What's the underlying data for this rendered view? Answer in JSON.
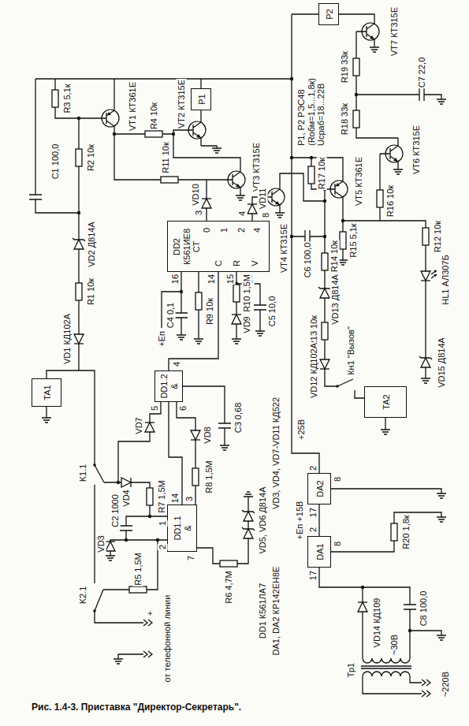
{
  "diagram": {
    "caption": "Рис. 1.4-3. Приставка \"Директор-Секретарь\".",
    "nodes": [
      {
        "text": [
          "P2"
        ]
      },
      {
        "text": [
          "P1"
        ]
      },
      {
        "text": [
          "DD2 К561ИЕ8",
          "CT"
        ]
      },
      {
        "text": [
          "TA1"
        ]
      },
      {
        "text": [
          "DD1.2",
          "&"
        ]
      },
      {
        "text": [
          "TA2"
        ]
      },
      {
        "text": [
          "DA2"
        ]
      },
      {
        "text": [
          "DD1.1",
          "&"
        ]
      },
      {
        "text": [
          "DA1"
        ]
      }
    ],
    "edges": [
      {
        "from": 7,
        "to": 4,
        "arrow": "none"
      },
      {
        "from": 4,
        "to": 2,
        "arrow": "none"
      },
      {
        "from": 8,
        "to": 6,
        "arrow": "none"
      }
    ],
    "labels": [
      "VT1 КТ361Е",
      "R4 10к",
      "VT2 КТ315Е",
      "R11 10к",
      "VT3 КТ315Е",
      "VT4 КТ315Е",
      "R3 5,1к",
      "C1 100,0",
      "R2 10к",
      "VD2 Д814А",
      "R1 10к",
      "VD1 КД102А",
      "VD10",
      "VD11",
      "3",
      "4",
      "8",
      "0",
      "1",
      "2",
      "4",
      "C",
      "R",
      "V",
      "16",
      "14",
      "15",
      "13",
      "C4 0,1",
      "R9 10к",
      "R10 1,5М",
      "VD9",
      "C5 10,0",
      "+Eп",
      "4",
      "5",
      "6",
      "VD7",
      "VD8",
      "C3 0,68",
      "R8 1,5М",
      "K1.1",
      "VD4",
      "R7 1,5М",
      "C2 1000",
      "VD3",
      "14",
      "3",
      "1",
      "2",
      "7",
      "R6 4,7М",
      "VD5, VD6 Д814А",
      "R5 1,5М",
      "K2.1",
      "+",
      "от телефонной линии",
      "VD3, VD4, VD7-VD11 КД522",
      "DD1 К561ЛА7",
      "DA1, DA2 КР142ЕН8Е",
      "P1, P2 РЭС48 (Rобм=1,5...1,8к) Uсраб=18...22В",
      "VT7 КТ315Е",
      "R19 33к",
      "C7 22,0",
      "R18 33к",
      "VT6 КТ315Е",
      "R17 10к",
      "VT5 КТ361Е",
      "R16 10к",
      "R15 5,1к",
      "C6 100,0",
      "R12 10к",
      "R14 10к",
      "HL1 АЛ307Б",
      "VD13 Д814А",
      "R13 10к",
      "Кн1 \"Вызов\"",
      "VD12 КД102А",
      "VD15 Д814А",
      "+25В",
      "2",
      "8",
      "17",
      "+Eп +15В",
      "2",
      "8",
      "17",
      "R20 1,8к",
      "VD14 КД109",
      "C8 100,0",
      "~30В",
      "Тр1",
      "~220В"
    ]
  }
}
